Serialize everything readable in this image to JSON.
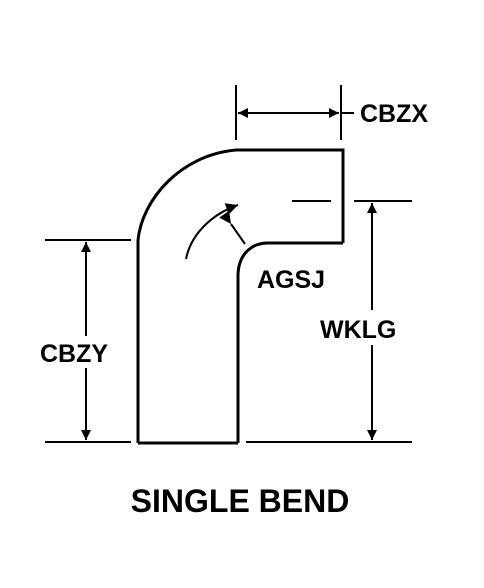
{
  "diagram": {
    "labels": {
      "cbzx": "CBZX",
      "cbzy": "CBZY",
      "wklg": "WKLG",
      "agsj": "AGSJ"
    },
    "caption": "SINGLE BEND"
  },
  "colors": {
    "ink": "#000000",
    "background": "#ffffff"
  }
}
